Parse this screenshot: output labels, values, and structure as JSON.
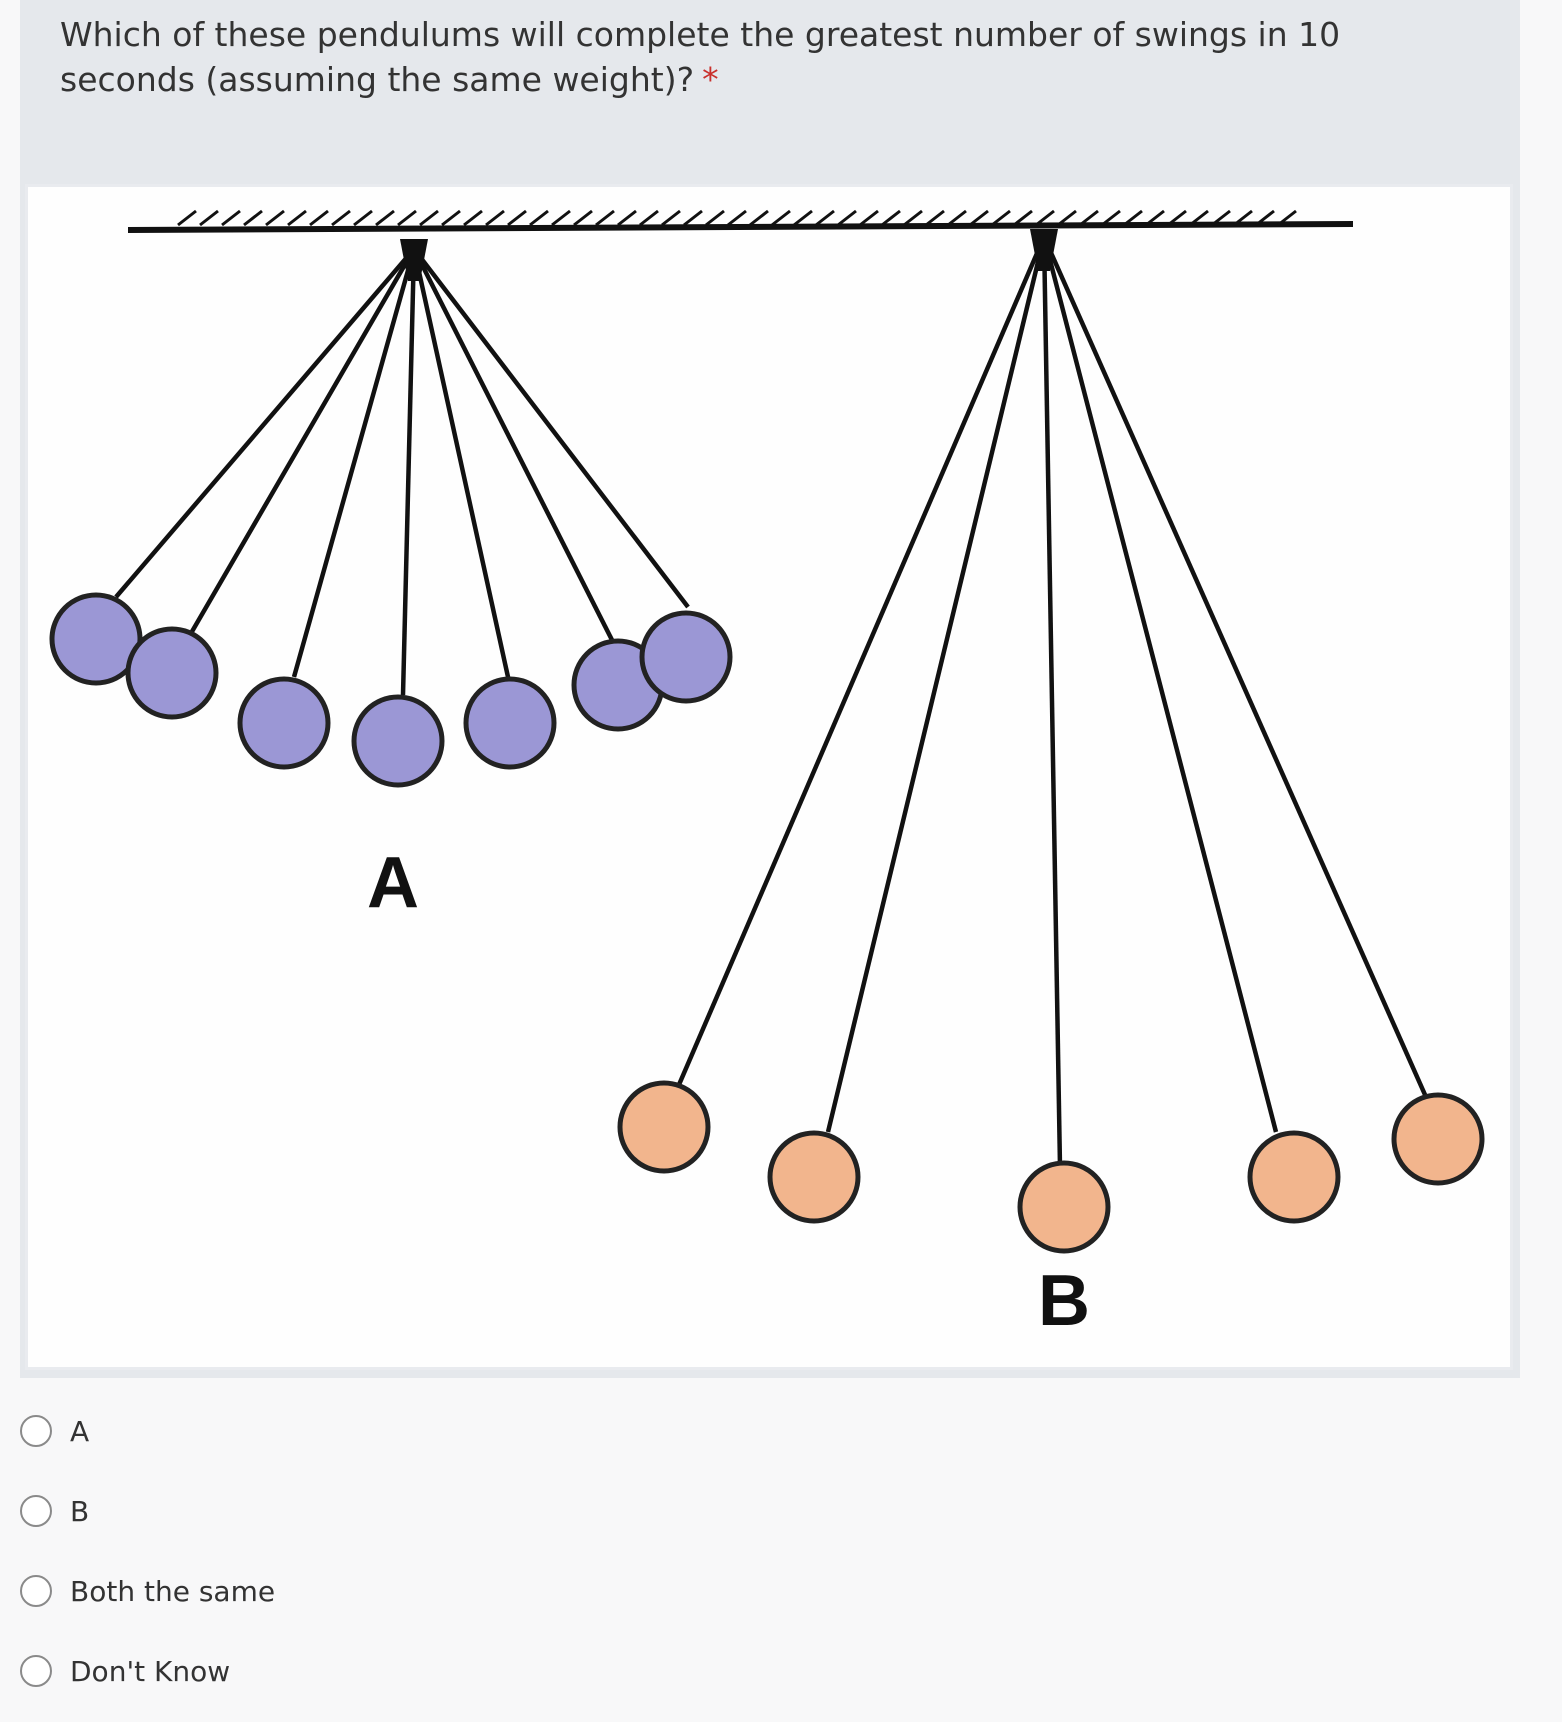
{
  "question": {
    "text": "Which of these pendulums will complete the greatest number of swings in 10 seconds (assuming the same weight)?",
    "required_mark": "*"
  },
  "figure": {
    "label_a": "A",
    "label_b": "B",
    "colors": {
      "pendulum_a_bob": "#9b97d5",
      "pendulum_b_bob": "#f2b58d",
      "line": "#111111"
    }
  },
  "options": [
    {
      "label": "A"
    },
    {
      "label": "B"
    },
    {
      "label": "Both the same"
    },
    {
      "label": "Don't Know"
    }
  ]
}
